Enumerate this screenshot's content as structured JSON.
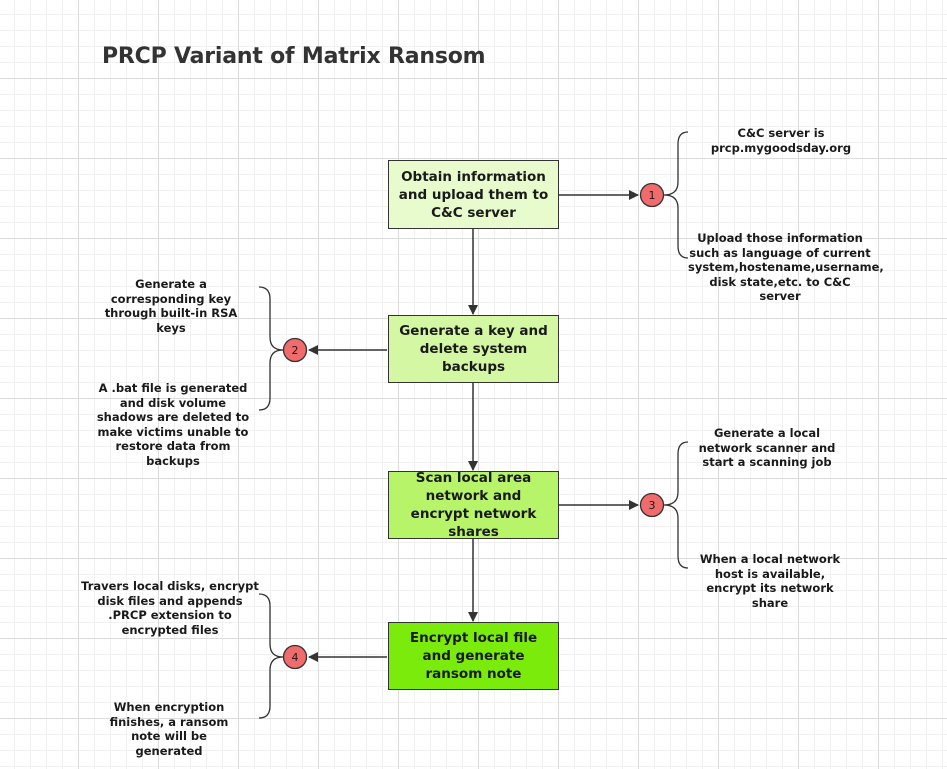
{
  "title": "PRCP Variant of Matrix Ransom",
  "colors": {
    "box_step1": "#e8fbcd",
    "box_step2": "#d4f7a3",
    "box_step3": "#b7f46a",
    "box_step4": "#7aeb0a",
    "badge_fill": "#f06b6b",
    "line": "#333333"
  },
  "steps": [
    {
      "label": "Obtain information and upload them to C&C server",
      "badge": "1",
      "notes": [
        "C&C server is prcp.mygoodsday.org",
        "Upload those information such as language of current system,hostename,username, disk state,etc. to C&C server"
      ]
    },
    {
      "label": "Generate a key and delete system backups",
      "badge": "2",
      "notes": [
        "Generate a corresponding key through built-in RSA keys",
        "A .bat file is generated and disk volume shadows are deleted to make victims unable to restore data from backups"
      ]
    },
    {
      "label": "Scan local area network and encrypt network shares",
      "badge": "3",
      "notes": [
        "Generate a local network scanner and start a scanning job",
        "When a local network host is available, encrypt its network share"
      ]
    },
    {
      "label": "Encrypt local file and generate ransom note",
      "badge": "4",
      "notes": [
        "Travers local disks, encrypt disk files and appends .PRCP extension to encrypted files",
        "When encryption finishes, a ransom note will be generated"
      ]
    }
  ]
}
